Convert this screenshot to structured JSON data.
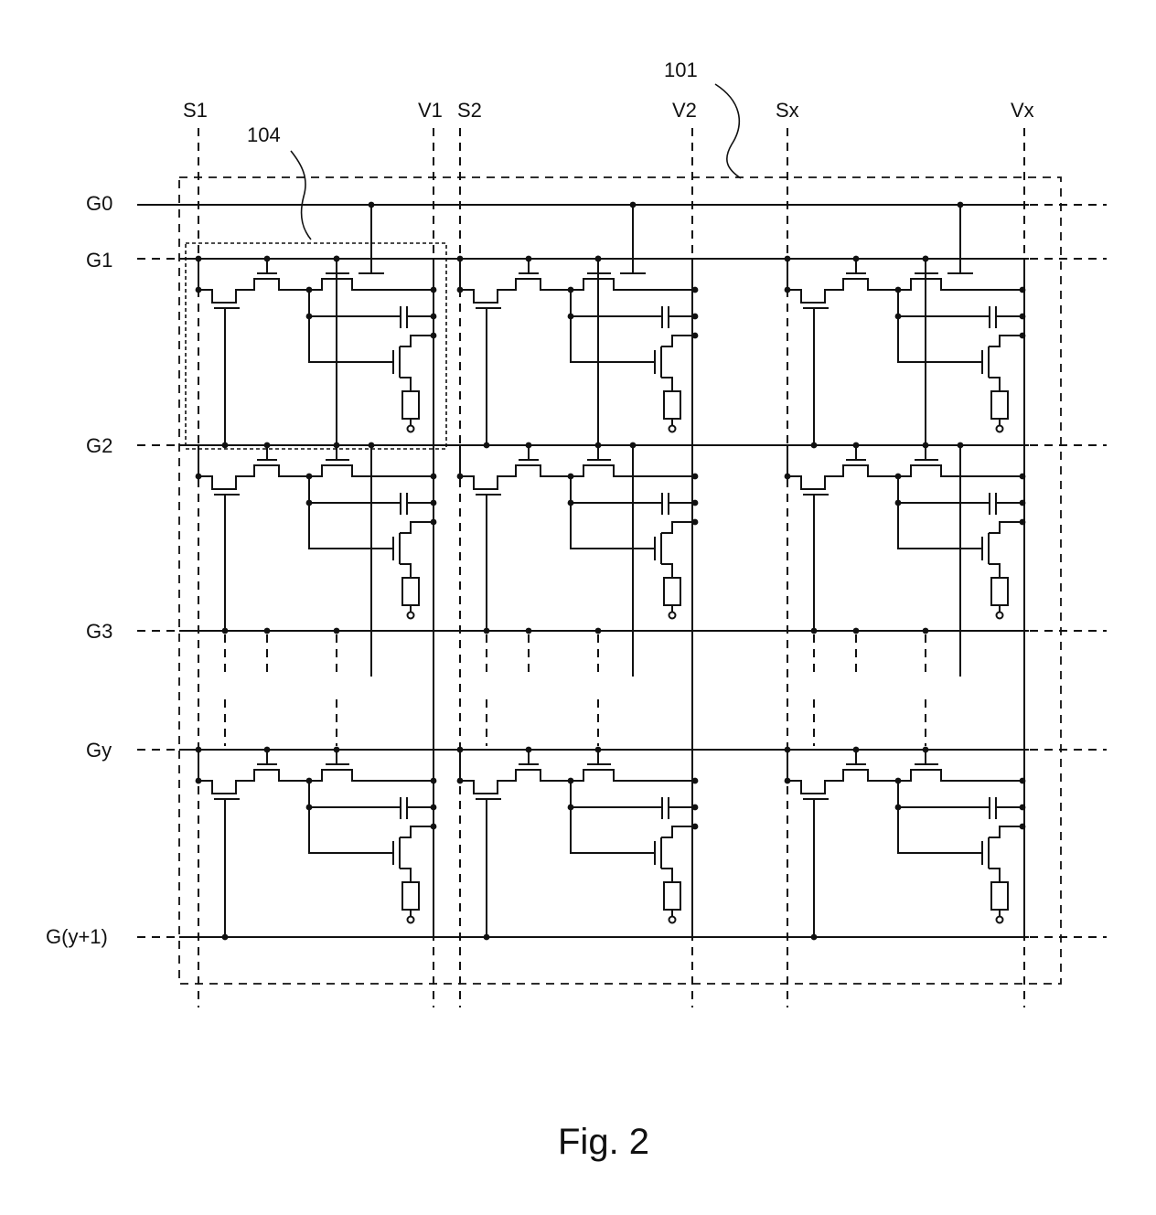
{
  "figure": {
    "caption": "Fig. 2",
    "ref_array": "101",
    "ref_pixel": "104",
    "source_lines": [
      "S1",
      "S2",
      "Sx"
    ],
    "power_lines": [
      "V1",
      "V2",
      "Vx"
    ],
    "gate_lines": [
      "G0",
      "G1",
      "G2",
      "G3",
      "Gy",
      "G(y+1)"
    ],
    "pixel_columns": 3,
    "pixel_rows": 3
  }
}
